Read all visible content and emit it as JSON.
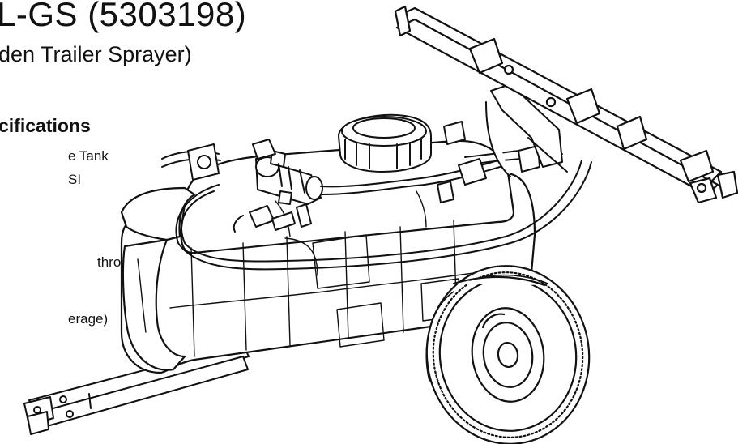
{
  "header": {
    "model_title": "L-GS (5303198)",
    "subtitle": "den Trailer Sprayer)"
  },
  "specifications": {
    "heading": "cifications",
    "lines": [
      "e Tank",
      "SI",
      "throw",
      "erage)"
    ]
  },
  "illustration": {
    "icon": "trailer-sprayer-line-drawing-icon",
    "line_color": "#111111",
    "background": "#ffffff"
  }
}
